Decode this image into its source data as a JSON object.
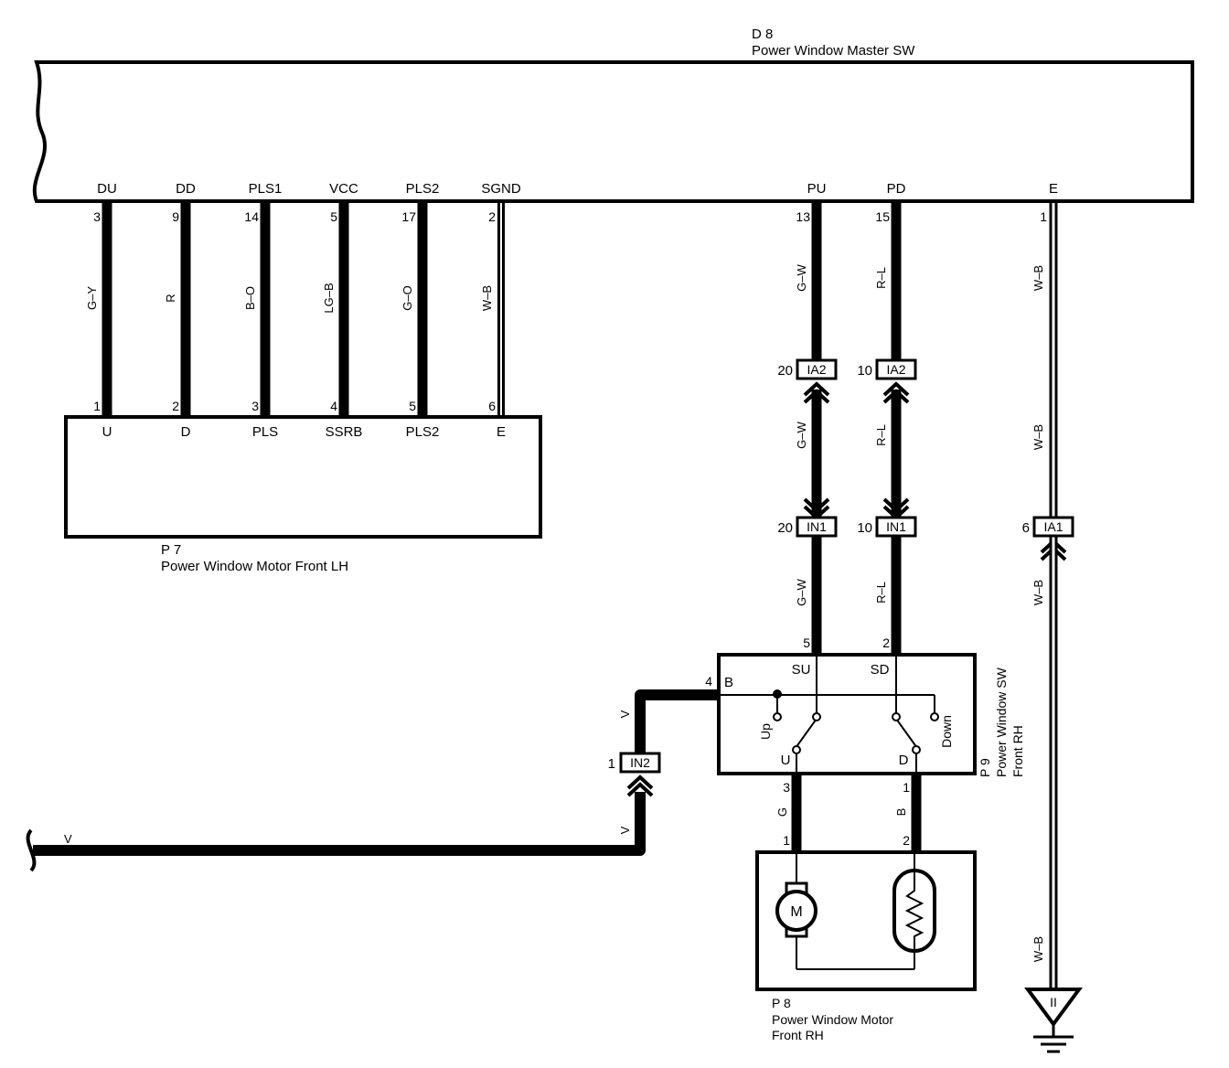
{
  "components": {
    "master_sw": {
      "id": "D 8",
      "name": "Power Window Master SW",
      "terminals": {
        "du": "DU",
        "dd": "DD",
        "pls1": "PLS1",
        "vcc": "VCC",
        "pls2": "PLS2",
        "sgnd": "SGND",
        "pu": "PU",
        "pd": "PD",
        "e": "E"
      },
      "pins": {
        "du": "3",
        "dd": "9",
        "pls1": "14",
        "vcc": "5",
        "pls2": "17",
        "sgnd": "2",
        "pu": "13",
        "pd": "15",
        "e": "1"
      }
    },
    "motor_lh": {
      "id": "P 7",
      "name": "Power Window Motor Front LH",
      "terminals": {
        "u": "U",
        "d": "D",
        "pls": "PLS",
        "ssrb": "SSRB",
        "pls2": "PLS2",
        "e": "E"
      },
      "pins": {
        "u": "1",
        "d": "2",
        "pls": "3",
        "ssrb": "4",
        "pls2": "5",
        "e": "6"
      }
    },
    "switch_rh": {
      "id": "P 9",
      "name_line1": "Power Window SW",
      "name_line2": "Front RH",
      "terminals": {
        "b": "B",
        "su": "SU",
        "sd": "SD",
        "u": "U",
        "d": "D"
      },
      "pins": {
        "b": "4",
        "su": "5",
        "sd": "2",
        "u": "3",
        "d": "1"
      },
      "labels": {
        "up": "Up",
        "down": "Down"
      }
    },
    "motor_rh": {
      "id": "P 8",
      "name_line1": "Power Window Motor",
      "name_line2": "Front RH",
      "motor_symbol": "M",
      "pins": {
        "p1": "1",
        "p2": "2"
      }
    }
  },
  "wires": {
    "du": "G–Y",
    "dd": "R",
    "pls1": "B–O",
    "vcc": "LG–B",
    "pls2": "G–O",
    "sgnd": "W–B",
    "pu_a": "G–W",
    "pu_b": "G–W",
    "pu_c": "G–W",
    "pd_a": "R–L",
    "pd_b": "R–L",
    "pd_c": "R–L",
    "e_a": "W–B",
    "e_b": "W–B",
    "e_c": "W–B",
    "e_d": "W–B",
    "v_a": "V",
    "v_b": "V",
    "v_c": "V",
    "mu": "G",
    "md": "B"
  },
  "connectors": {
    "ia2_pu": {
      "name": "IA2",
      "pin": "20"
    },
    "ia2_pd": {
      "name": "IA2",
      "pin": "10"
    },
    "in1_pu": {
      "name": "IN1",
      "pin": "20"
    },
    "in1_pd": {
      "name": "IN1",
      "pin": "10"
    },
    "ia1": {
      "name": "IA1",
      "pin": "6"
    },
    "in2": {
      "name": "IN2",
      "pin": "1"
    }
  },
  "ground": {
    "symbol": "II"
  },
  "colors": {
    "line": "#000000",
    "background": "#ffffff"
  }
}
